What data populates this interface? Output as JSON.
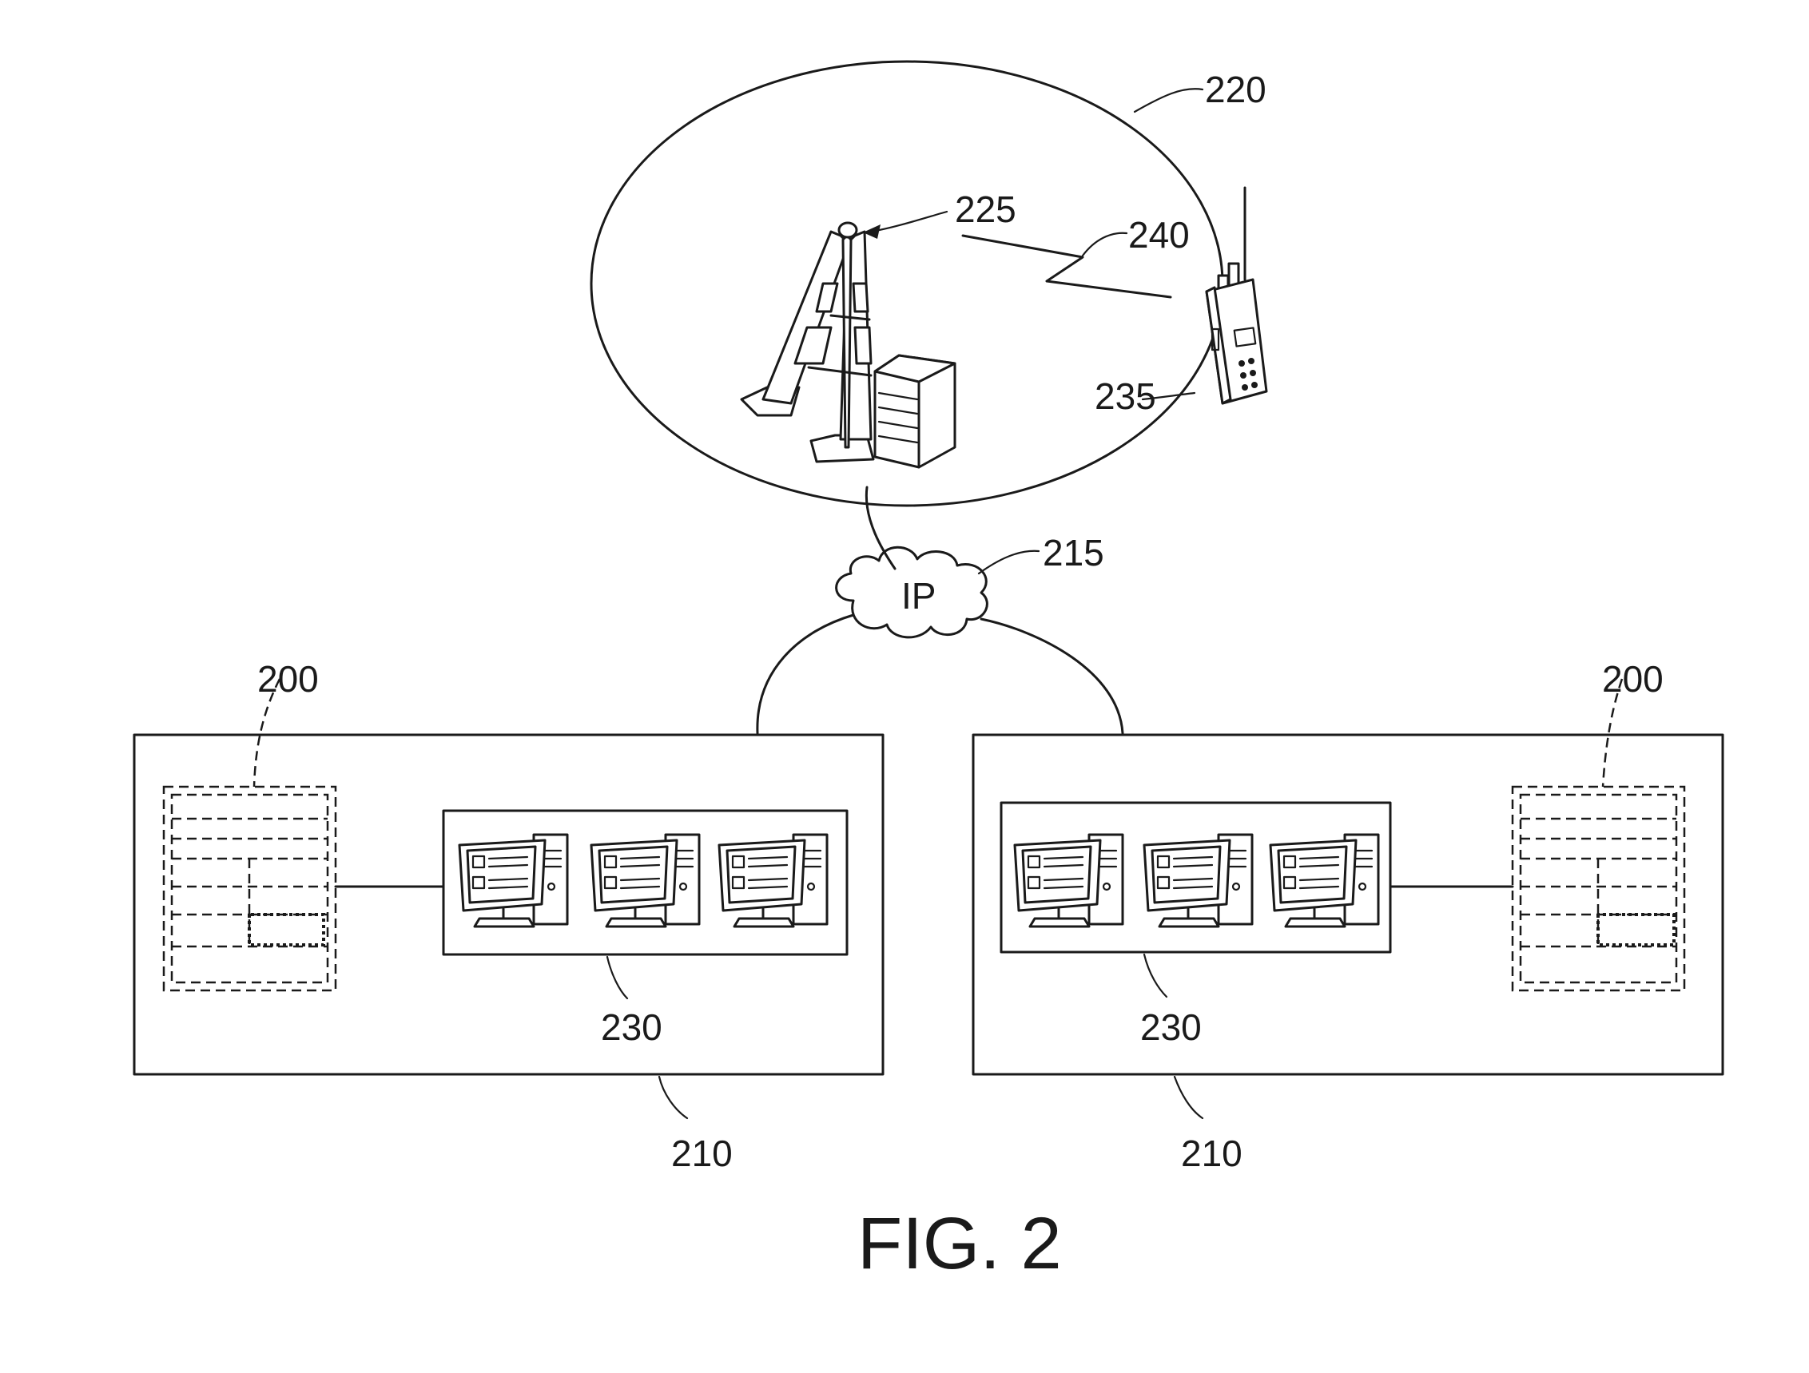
{
  "figure": {
    "caption": "FIG. 2",
    "cloud_text": "IP"
  },
  "refs": {
    "site": "220",
    "tower": "225",
    "link": "240",
    "radio": "235",
    "network": "215",
    "db_left": "200",
    "db_right": "200",
    "workstations_left": "230",
    "workstations_right": "230",
    "center_left": "210",
    "center_right": "210"
  }
}
